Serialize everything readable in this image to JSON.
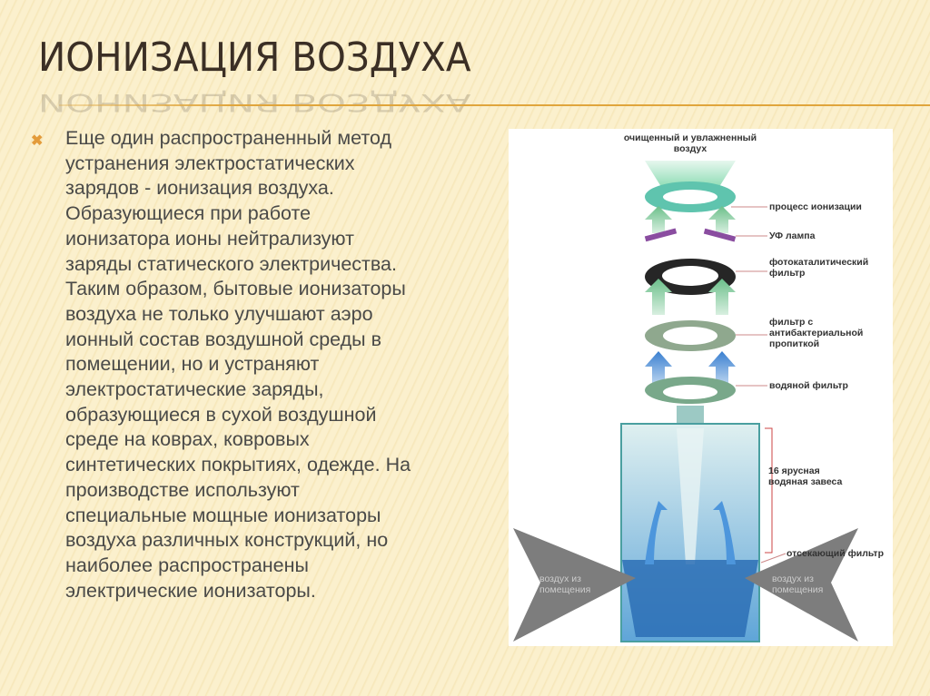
{
  "slide": {
    "title": "ИОНИЗАЦИЯ ВОЗДУХА",
    "bullet_icon": "x-mark-bullet-icon",
    "accent_color": "#e0a53c",
    "body_lines": [
      "Еще один распространенный метод",
      "устранения электростатических",
      "зарядов - ионизация воздуха.",
      "Образующиеся при работе",
      "ионизатора ионы нейтрализуют",
      "заряды статического электричества.",
      "Таким образом, бытовые ионизаторы",
      "воздуха не только улучшают аэро",
      "ионный состав воздушной среды в",
      "помещении, но и устраняют",
      "электростатические заряды,",
      "образующиеся в сухой воздушной",
      "среде на коврах, ковровых",
      "синтетических покрытиях, одежде. На",
      "производстве используют",
      "специальные мощные ионизаторы",
      "воздуха различных конструкций, но",
      "наиболее распространены",
      "электрические ионизаторы."
    ]
  },
  "diagram": {
    "top_label_1": "очищенный и увлажненный",
    "top_label_2": "воздух",
    "ionization": "процесс ионизации",
    "uv_lamp": "УФ лампа",
    "photocatalytic_1": "фотокаталитический",
    "photocatalytic_2": "фильтр",
    "antibacterial_1": "фильтр с",
    "antibacterial_2": "антибактериальной",
    "antibacterial_3": "пропиткой",
    "water_filter": "водяной фильтр",
    "curtain_1": "16 ярусная",
    "curtain_2": "водяная завеса",
    "cutoff_filter": "отсекающий фильтр",
    "air_in_left_1": "воздух из",
    "air_in_left_2": "помещения",
    "air_in_right_1": "воздух из",
    "air_in_right_2": "помещения"
  }
}
